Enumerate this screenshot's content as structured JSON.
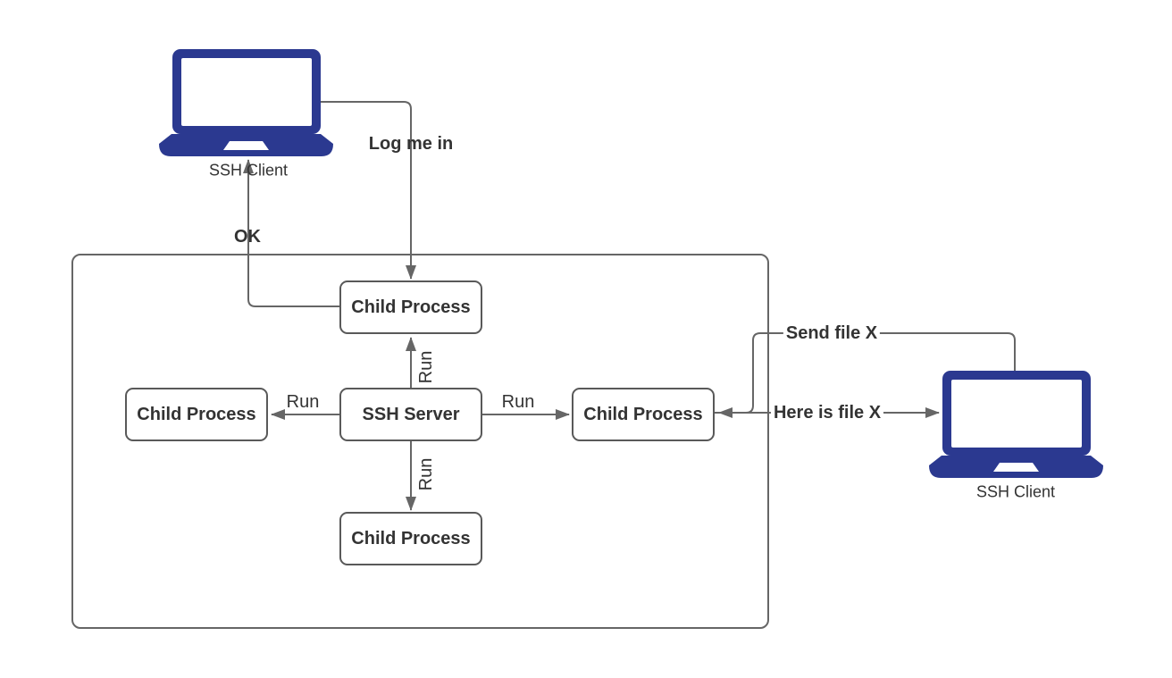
{
  "server_group": {
    "boxes": {
      "top_child": {
        "label": "Child Process"
      },
      "left_child": {
        "label": "Child Process"
      },
      "server": {
        "label": "SSH Server"
      },
      "right_child": {
        "label": "Child Process"
      },
      "bottom_child": {
        "label": "Child Process"
      }
    }
  },
  "connectors": {
    "log_me_in": {
      "label": "Log me in"
    },
    "ok": {
      "label": "OK"
    },
    "run_up": {
      "label": "Run"
    },
    "run_down": {
      "label": "Run"
    },
    "run_left": {
      "label": "Run"
    },
    "run_right": {
      "label": "Run"
    },
    "send_file": {
      "label": "Send file X"
    },
    "here_is_file": {
      "label": "Here is file X"
    }
  },
  "clients": {
    "left": {
      "label": "SSH Client"
    },
    "right": {
      "label": "SSH Client"
    }
  },
  "colors": {
    "laptop_fill": "#2b3990",
    "connector_stroke": "#666666",
    "box_border": "#595959",
    "text": "#333333",
    "background": "#ffffff"
  }
}
